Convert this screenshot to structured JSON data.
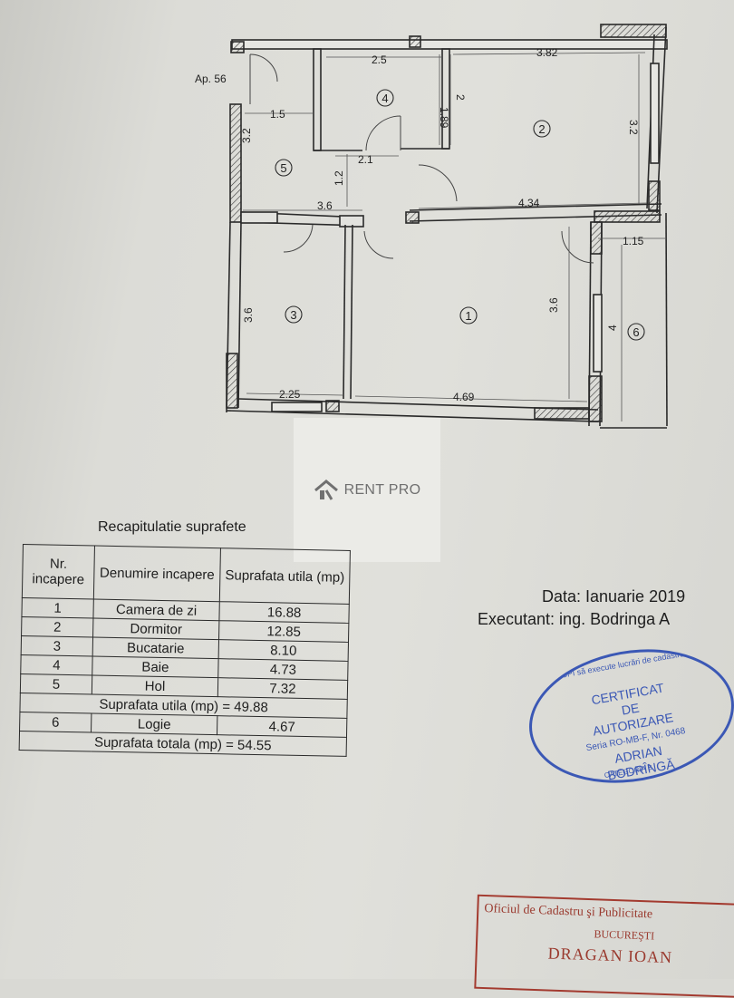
{
  "apartment_label": "Ap. 56",
  "rooms": {
    "r1": "1",
    "r2": "2",
    "r3": "3",
    "r4": "4",
    "r5": "5",
    "r6": "6"
  },
  "dimensions": {
    "d_2_5": "2.5",
    "d_3_82": "3.82",
    "d_1_89": "1.89",
    "d_2": "2",
    "d_1_5": "1.5",
    "d_3_2_left": "3.2",
    "d_3_2_right": "3.2",
    "d_2_1": "2.1",
    "d_1_2": "1.2",
    "d_3_6_top": "3.6",
    "d_4_34": "4.34",
    "d_1_15": "1.15",
    "d_3_6_left": "3.6",
    "d_3_6_right": "3.6",
    "d_4": "4",
    "d_2_25": "2.25",
    "d_4_69": "4.69"
  },
  "watermark": {
    "text": "RENT PRO"
  },
  "recap": {
    "title": "Recapitulatie suprafete",
    "headers": [
      "Nr. incapere",
      "Denumire incapere",
      "Suprafata utila (mp)"
    ],
    "rows": [
      {
        "nr": "1",
        "name": "Camera de zi",
        "area": "16.88"
      },
      {
        "nr": "2",
        "name": "Dormitor",
        "area": "12.85"
      },
      {
        "nr": "3",
        "name": "Bucatarie",
        "area": "8.10"
      },
      {
        "nr": "4",
        "name": "Baie",
        "area": "4.73"
      },
      {
        "nr": "5",
        "name": "Hol",
        "area": "7.32"
      }
    ],
    "util_total": "Suprafata utila (mp) = 49.88",
    "extra_row": {
      "nr": "6",
      "name": "Logie",
      "area": "4.67"
    },
    "grand_total": "Suprafata totala (mp) = 54.55"
  },
  "meta": {
    "date": "Data: Ianuarie 2019",
    "executant": "Executant: ing. Bodringa  A"
  },
  "stamp": {
    "ring_top": "ANCPI să execute lucrări de cadastru",
    "line1": "CERTIFICAT",
    "line2": "DE",
    "line3": "AUTORIZARE",
    "series": "Seria RO-MB-F, Nr. 0468",
    "line5": "ADRIAN",
    "line6": "BODRÎNGĂ",
    "ring_bottom": "CATEGORIA B"
  },
  "office_stamp": {
    "line1": "Oficiul de Cadastru şi Publicitate",
    "line2": "BUCUREŞTI",
    "line3": "DRAGAN IOAN"
  },
  "colors": {
    "paper": "#dcdcd7",
    "ink": "#1f1f1f",
    "stamp_blue": "#3b58b5",
    "stamp_red": "#a33a2f"
  }
}
